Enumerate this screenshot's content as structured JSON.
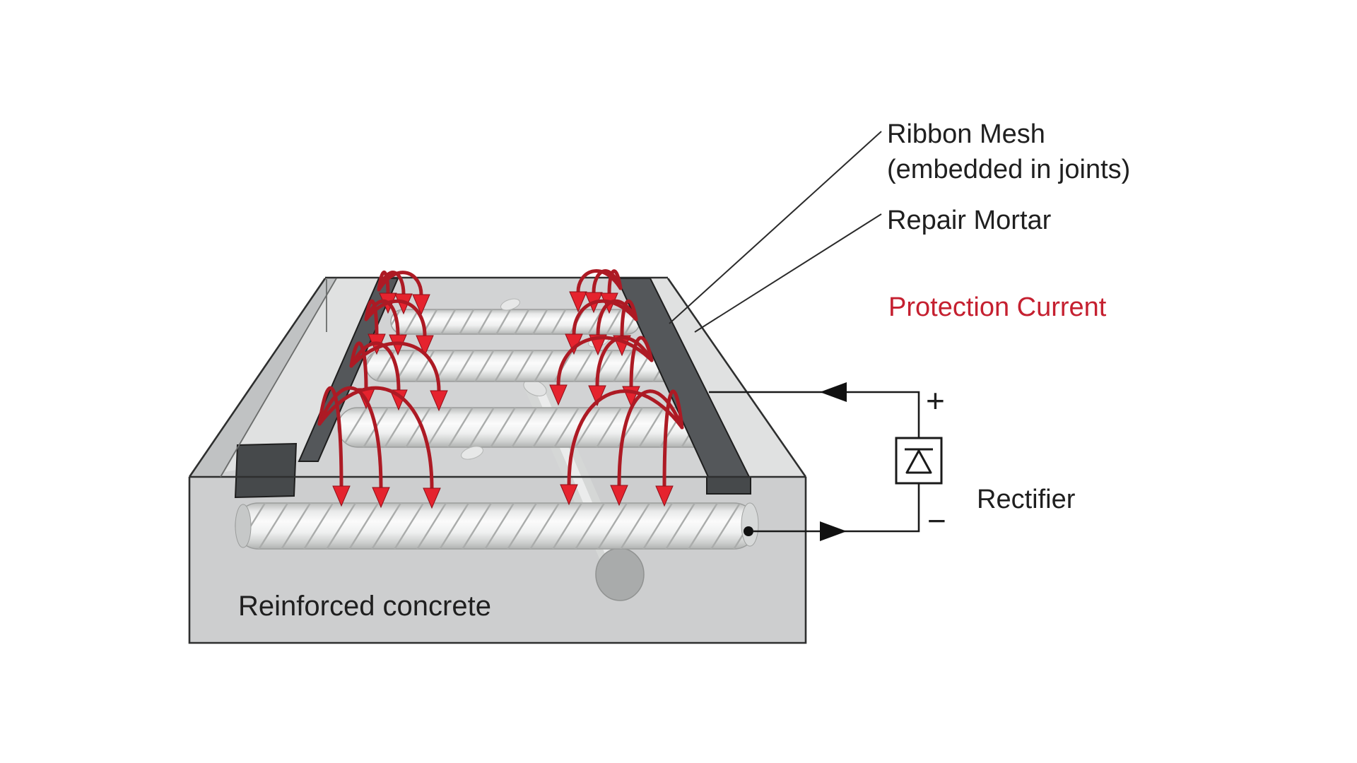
{
  "title": "Cathodic protection of reinforced concrete diagram",
  "labels": {
    "ribbon_mesh_line1": "Ribbon Mesh",
    "ribbon_mesh_line2": "(embedded in joints)",
    "repair_mortar": "Repair Mortar",
    "protection_current": "Protection Current",
    "rectifier": "Rectifier",
    "reinforced_concrete": "Reinforced concrete",
    "plus": "+",
    "minus": "−"
  },
  "icons": {
    "diode_icon": "triangle-with-cathode-bar",
    "current_arrow_left_icon": "black solid arrowhead pointing left on positive wire",
    "current_arrow_right_icon": "black solid arrowhead pointing right on negative wire",
    "protection_current_arrow_icon": "red curved arrow from anode ribbon to rebar"
  },
  "colors": {
    "accent_red": "#c52030",
    "arc_red": "#ad1a24",
    "arrow_red": "#e5232e",
    "ribbon_dark": "#54575a",
    "ribbon_end": "#46494b",
    "concrete_top": "#d2d3d4",
    "concrete_front": "#cdcecf",
    "wall_gray": "#c0c2c3",
    "joint_gray": "#e0e1e1",
    "rebar_light": "#f2f3f3",
    "wire_black": "#1a1a1a"
  }
}
